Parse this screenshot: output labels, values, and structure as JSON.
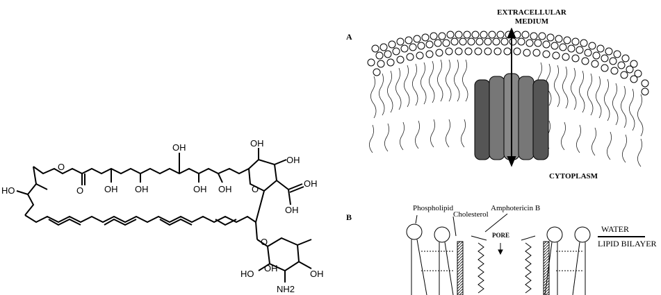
{
  "molecule": {
    "groups": [
      "OH",
      "OH",
      "OH",
      "OH",
      "OH",
      "OH",
      "OH",
      "OH",
      "O",
      "OH",
      "O",
      "O",
      "O",
      "HO",
      "HO",
      "OH",
      "NH2",
      "OH"
    ]
  },
  "panel_a": {
    "label": "A",
    "top_text_line1": "EXTRACELLULAR",
    "top_text_line2": "MEDIUM",
    "bottom_text": "CYTOPLASM"
  },
  "panel_b": {
    "label": "B",
    "phospholipid": "Phospholipid",
    "cholesterol": "Cholesterol",
    "amphotericin": "Amphotericin B",
    "pore": "PORE",
    "water": "WATER",
    "lipid_bilayer": "LIPID BILAYER"
  }
}
